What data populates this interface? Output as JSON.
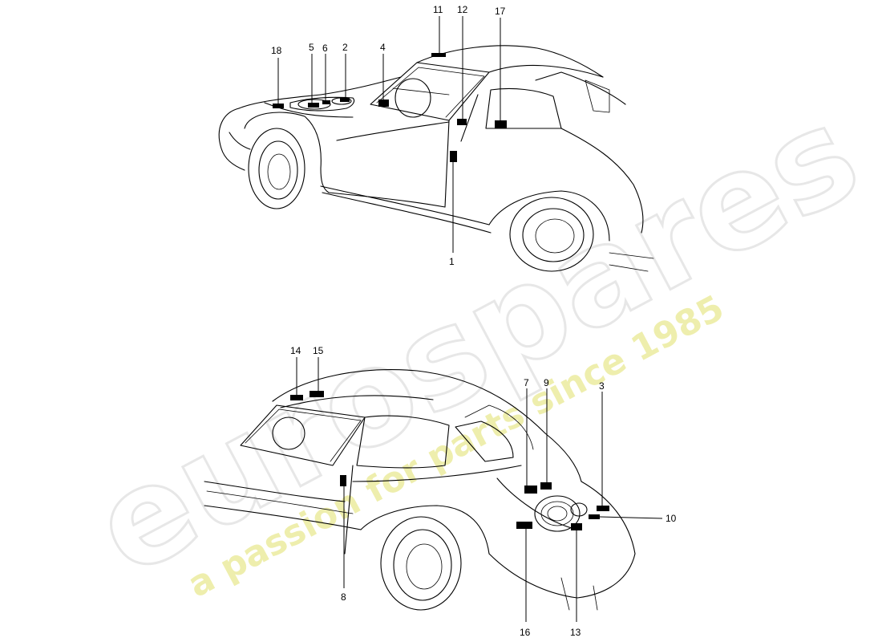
{
  "watermark": {
    "brand": "eurospares",
    "tagline": "a passion for parts since 1985",
    "brand_color": "#e6e6e6",
    "tagline_color": "#ecec9f"
  },
  "callouts": {
    "c1": "1",
    "c2": "2",
    "c3": "3",
    "c4": "4",
    "c5": "5",
    "c6": "6",
    "c7": "7",
    "c8": "8",
    "c9": "9",
    "c10": "10",
    "c11": "11",
    "c12": "12",
    "c13": "13",
    "c14": "14",
    "c15": "15",
    "c16": "16",
    "c17": "17",
    "c18": "18"
  }
}
